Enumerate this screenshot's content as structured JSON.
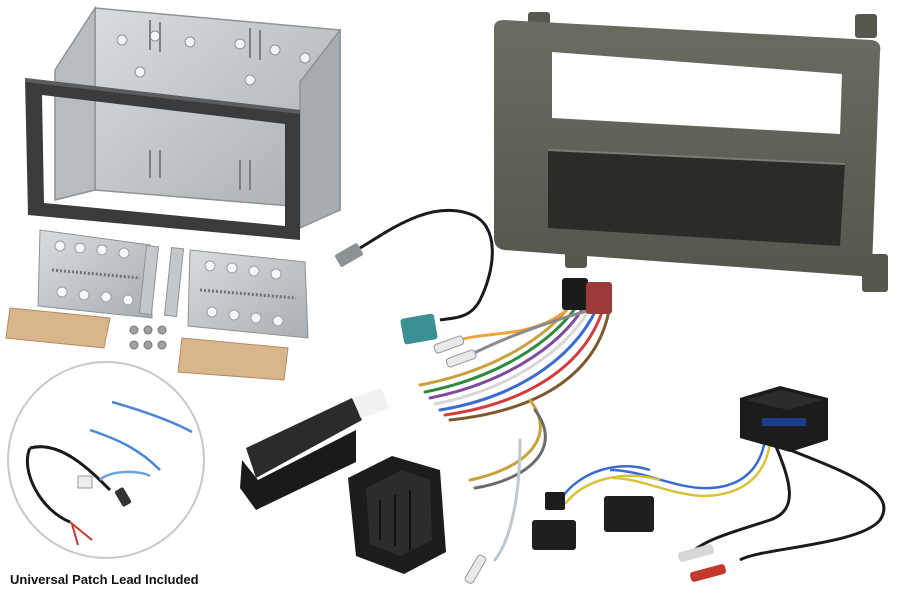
{
  "caption": "Universal Patch Lead Included",
  "colors": {
    "background": "#ffffff",
    "fascia": "#5d5f55",
    "metal": "#c2c6c9",
    "plug_black": "#1b1b1b",
    "iso_red": "#9c3a37",
    "fakra_teal": "#3c8f93"
  },
  "components": [
    {
      "name": "double-din-cage-and-surround"
    },
    {
      "name": "single-din-fascia-panel"
    },
    {
      "name": "mounting-brackets"
    },
    {
      "name": "antenna-adapter"
    },
    {
      "name": "steering-control-interface-harness"
    },
    {
      "name": "auxiliary-interface-box"
    },
    {
      "name": "universal-patch-lead"
    }
  ]
}
